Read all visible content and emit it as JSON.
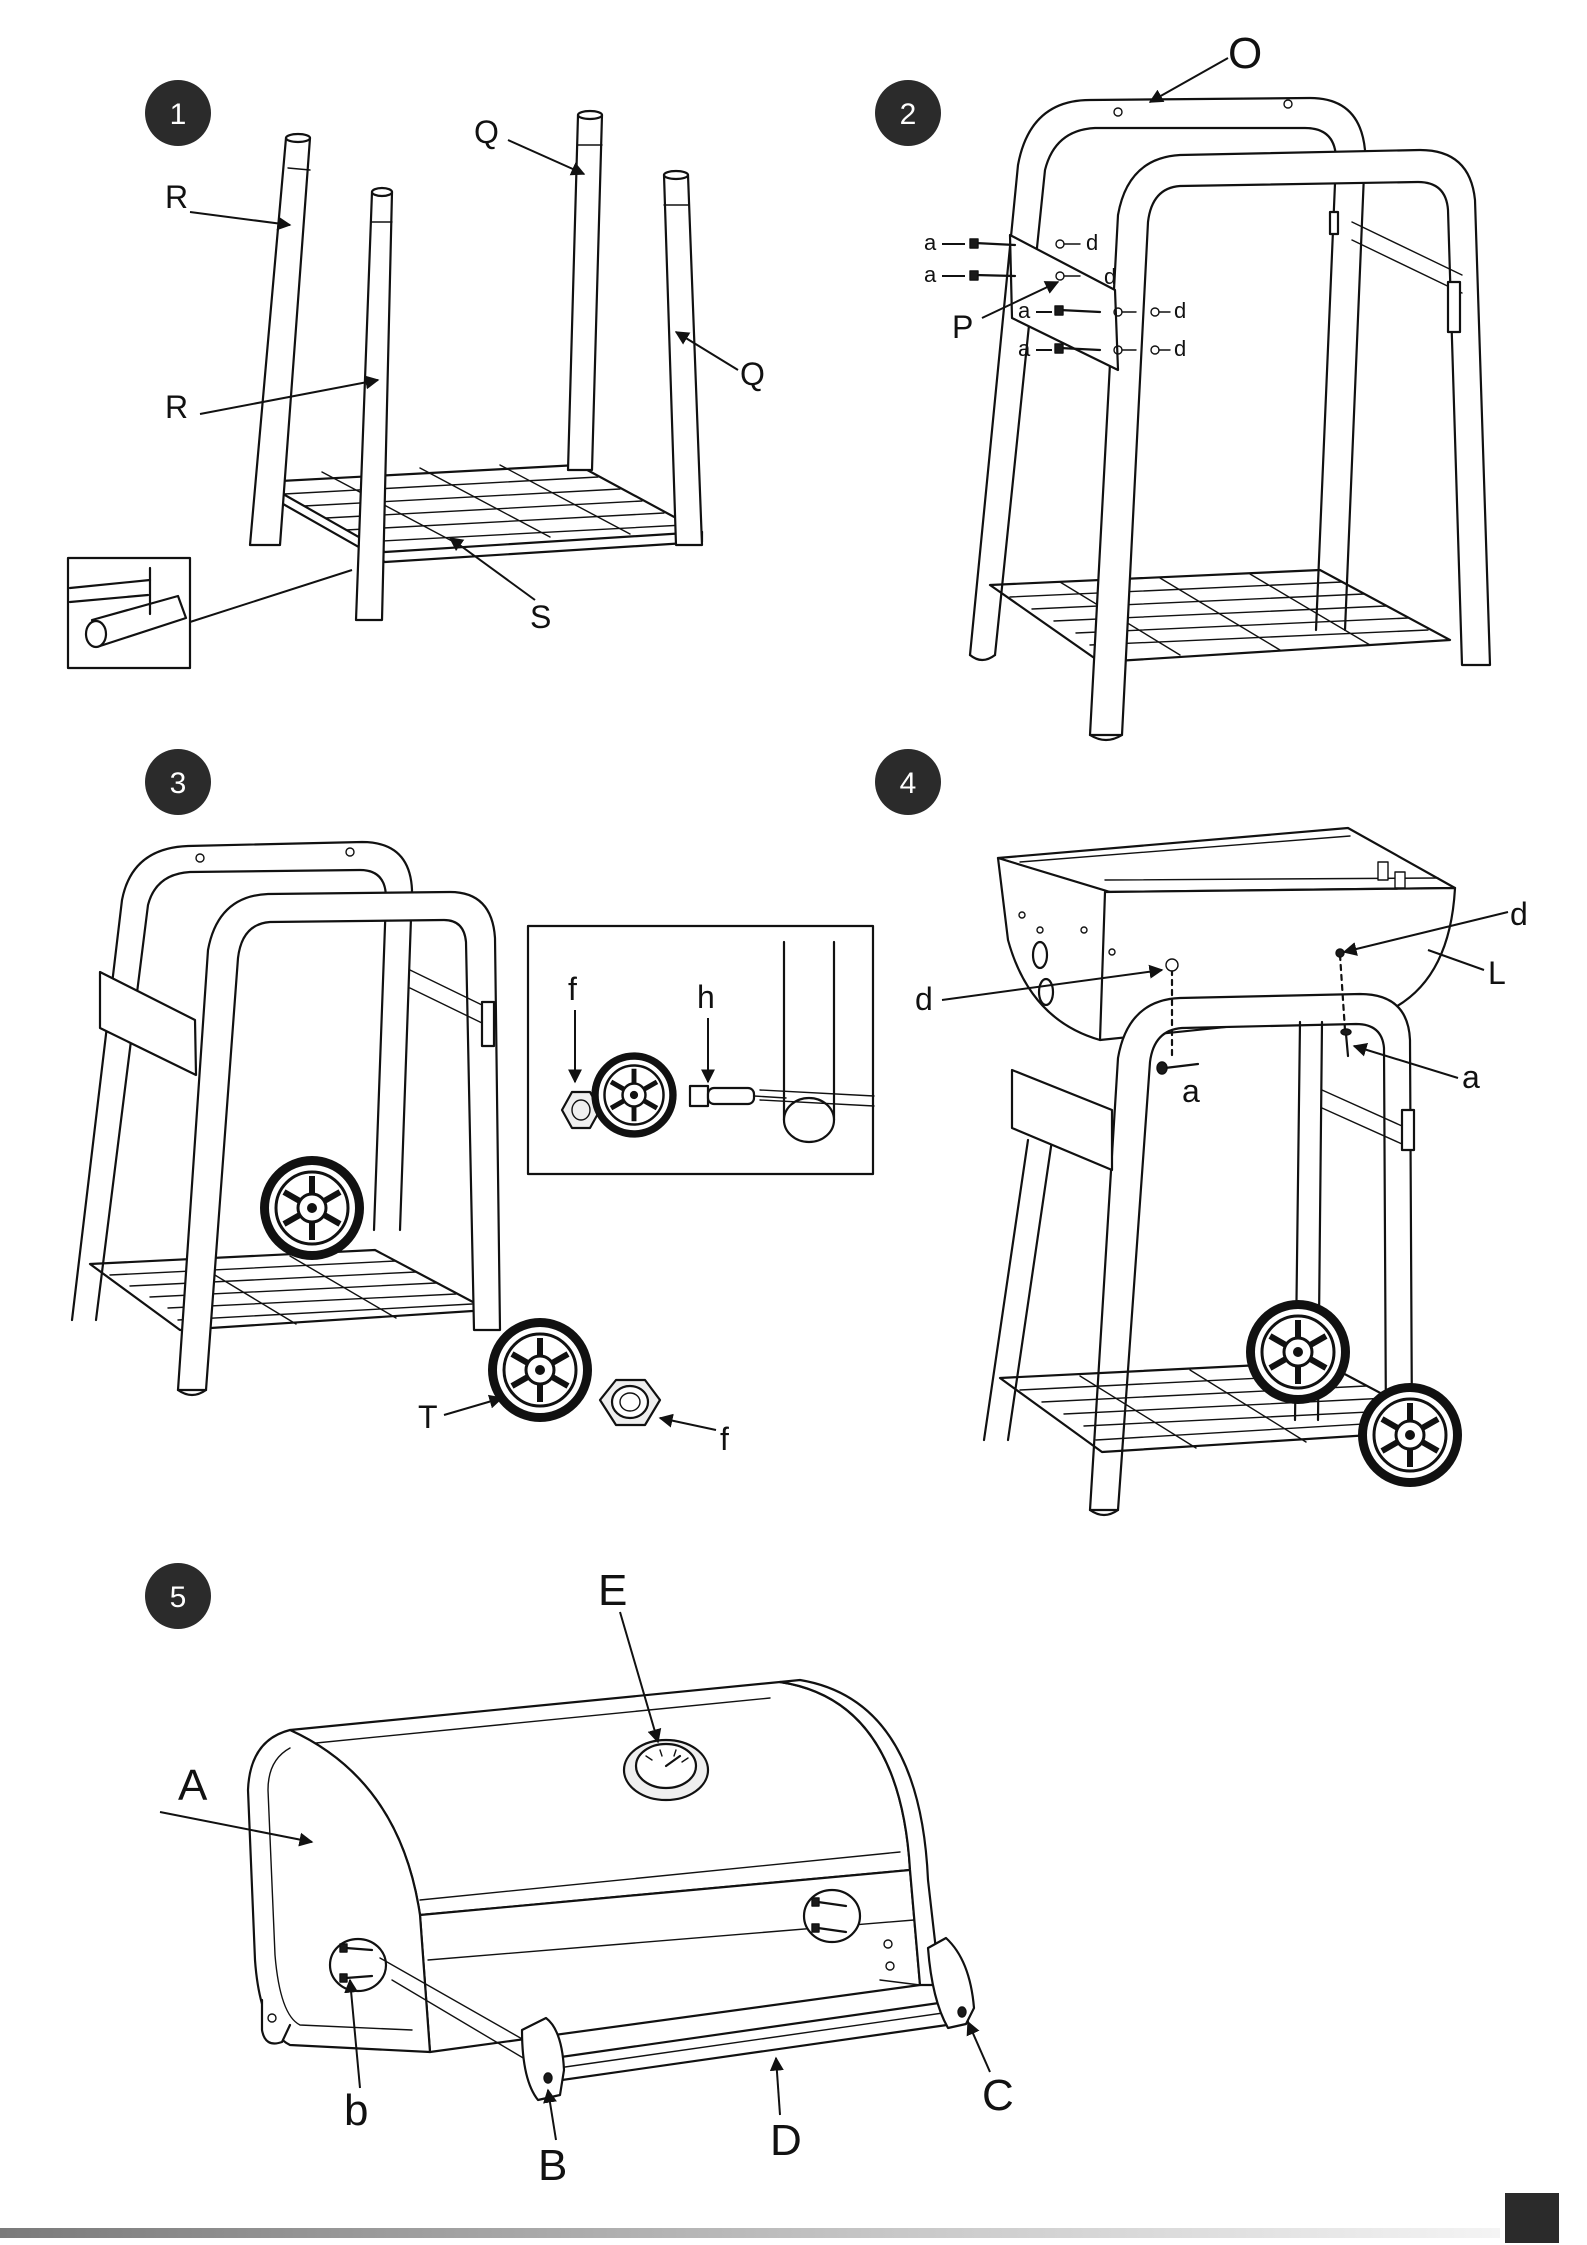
{
  "steps": [
    {
      "number": "1",
      "labels": [
        "R",
        "Q",
        "R",
        "Q",
        "S"
      ]
    },
    {
      "number": "2",
      "labels": [
        "O",
        "P",
        "a",
        "a",
        "a",
        "a",
        "d",
        "d",
        "d",
        "d"
      ]
    },
    {
      "number": "3",
      "labels": [
        "f",
        "h",
        "T",
        "f"
      ]
    },
    {
      "number": "4",
      "labels": [
        "d",
        "d",
        "L",
        "a",
        "a"
      ]
    },
    {
      "number": "5",
      "labels": [
        "E",
        "A",
        "b",
        "B",
        "D",
        "C"
      ]
    }
  ],
  "colors": {
    "badge": "#2b2b2b",
    "line": "#111111",
    "footer_bar": "#2b2b2b"
  },
  "icons": [
    "step-badge-icon",
    "wheel-icon",
    "nut-icon",
    "bolt-icon",
    "thermometer-icon"
  ]
}
